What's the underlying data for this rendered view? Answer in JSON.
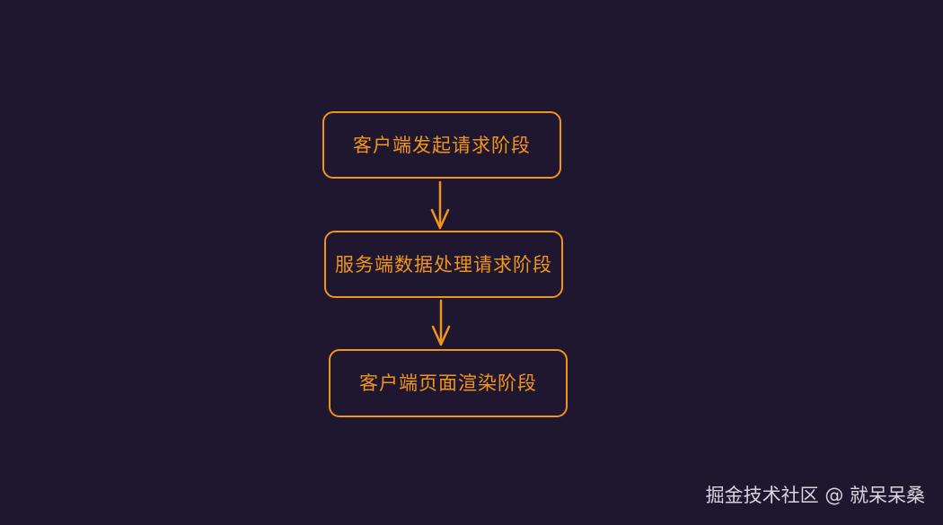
{
  "diagram": {
    "type": "flowchart",
    "colors": {
      "background": "#1f1630",
      "stroke": "#f0951a",
      "text": "#f0951a",
      "watermark": "#d9d4de"
    },
    "nodes": [
      {
        "id": "client-request",
        "label": "客户端发起请求阶段"
      },
      {
        "id": "server-process",
        "label": "服务端数据处理请求阶段"
      },
      {
        "id": "client-render",
        "label": "客户端页面渲染阶段"
      }
    ],
    "edges": [
      {
        "from": "client-request",
        "to": "server-process"
      },
      {
        "from": "server-process",
        "to": "client-render"
      }
    ]
  },
  "watermark": "掘金技术社区 @ 就呆呆桑"
}
